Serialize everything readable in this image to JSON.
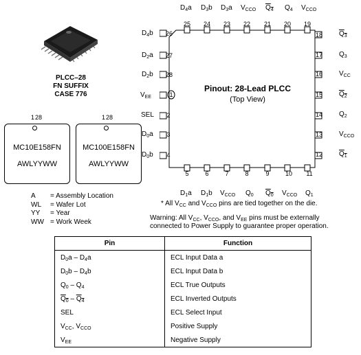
{
  "package": {
    "line1": "PLCC–28",
    "line2": "FN SUFFIX",
    "line3": "CASE 776"
  },
  "markings": [
    {
      "pin1_label": "1",
      "top_label": "28",
      "part": "MC10E158FN",
      "code": "AWLYYWW"
    },
    {
      "pin1_label": "1",
      "top_label": "28",
      "part": "MC100E158FN",
      "code": "AWLYYWW"
    }
  ],
  "legend": [
    {
      "key": "A",
      "value": "= Assembly Location"
    },
    {
      "key": "WL",
      "value": "= Wafer Lot"
    },
    {
      "key": "YY",
      "value": "= Year"
    },
    {
      "key": "WW",
      "value": "= Work Week"
    }
  ],
  "pinout": {
    "title": "Pinout: 28-Lead PLCC",
    "subtitle": "(Top View)",
    "top_pins": [
      {
        "num": "25",
        "name": "D4a"
      },
      {
        "num": "24",
        "name": "D3b"
      },
      {
        "num": "23",
        "name": "D3a"
      },
      {
        "num": "22",
        "name": "VCCO"
      },
      {
        "num": "21",
        "name": "Q4 (inverted)"
      },
      {
        "num": "20",
        "name": "Q4"
      },
      {
        "num": "19",
        "name": "VCCO"
      }
    ],
    "left_pins": [
      {
        "num": "26",
        "name": "D4b"
      },
      {
        "num": "27",
        "name": "D2a"
      },
      {
        "num": "28",
        "name": "D2b"
      },
      {
        "num": "1",
        "name": "VEE"
      },
      {
        "num": "2",
        "name": "SEL"
      },
      {
        "num": "3",
        "name": "D0a"
      },
      {
        "num": "4",
        "name": "D0b"
      }
    ],
    "bottom_pins": [
      {
        "num": "5",
        "name": "D1a"
      },
      {
        "num": "6",
        "name": "D1b"
      },
      {
        "num": "7",
        "name": "VCCO"
      },
      {
        "num": "8",
        "name": "Q0"
      },
      {
        "num": "9",
        "name": "Q0 (inverted)"
      },
      {
        "num": "10",
        "name": "VCCO"
      },
      {
        "num": "11",
        "name": "Q1"
      }
    ],
    "right_pins": [
      {
        "num": "18",
        "name": "Q3 (inverted)"
      },
      {
        "num": "17",
        "name": "Q3"
      },
      {
        "num": "16",
        "name": "VCC"
      },
      {
        "num": "15",
        "name": "Q2 (inverted)"
      },
      {
        "num": "14",
        "name": "Q2"
      },
      {
        "num": "13",
        "name": "VCCO"
      },
      {
        "num": "12",
        "name": "Q1 (inverted)"
      }
    ]
  },
  "notes": {
    "tied": "* All VCC and VCCO pins are tied together on the die.",
    "warning_line1": "Warning: All VCC, VCCO, and VEE pins must be externally",
    "warning_line2": "connected to Power Supply to guarantee proper operation."
  },
  "table": {
    "headers": [
      "Pin",
      "Function"
    ],
    "rows": [
      {
        "pin": "D0a – D4a",
        "function": "ECL Input Data a"
      },
      {
        "pin": "D0b – D4b",
        "function": "ECL Input Data b"
      },
      {
        "pin": "Q0 – Q4",
        "function": "ECL True Outputs"
      },
      {
        "pin": "Q0 – Q4 (inverted)",
        "function": "ECL Inverted Outputs"
      },
      {
        "pin": "SEL",
        "function": "ECL Select Input"
      },
      {
        "pin": "VCC, VCCO",
        "function": "Positive Supply"
      },
      {
        "pin": "VEE",
        "function": "Negative Supply"
      }
    ]
  }
}
